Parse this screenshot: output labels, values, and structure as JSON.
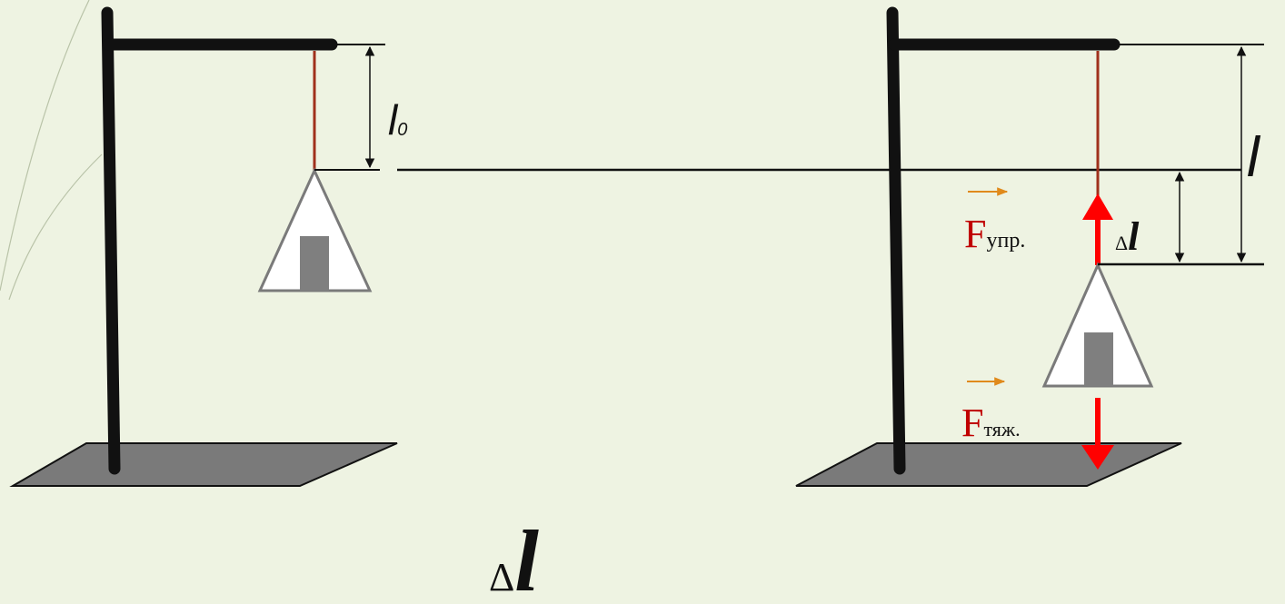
{
  "labels": {
    "initial_length": "l",
    "initial_length_subscript": "0",
    "stretched_length": "l",
    "extension_delta": "Δ",
    "extension_letter": "l",
    "bottom_delta": "Δ",
    "bottom_letter": "l",
    "elastic_force_letter": "F",
    "elastic_force_subscript": "упр.",
    "gravity_force_letter": "F",
    "gravity_force_subscript": "тяж."
  },
  "colors": {
    "background": "#eef3e2",
    "stand": "#111111",
    "base": "#7a7a7a",
    "spring": "#a0301c",
    "force_arrow": "#ff0000",
    "force_label": "#c00000",
    "vector_arrow": "#e08a1c",
    "weight_block": "#7f7f7f"
  }
}
